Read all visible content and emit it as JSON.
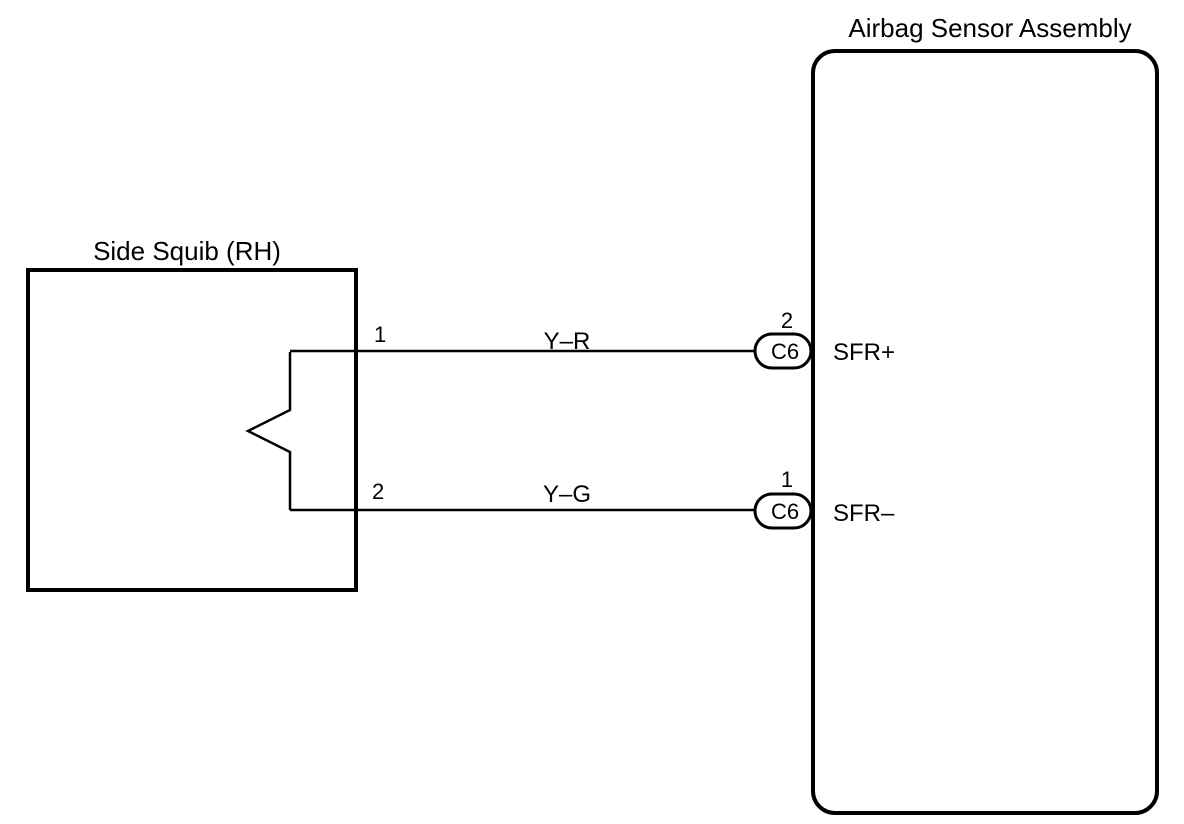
{
  "components": {
    "side_squib": {
      "label": "Side Squib (RH)"
    },
    "airbag_sensor": {
      "label": "Airbag Sensor Assembly"
    }
  },
  "wires": [
    {
      "squib_pin": "1",
      "color_code": "Y–R",
      "connector": "C6",
      "connector_pin": "2",
      "terminal": "SFR+"
    },
    {
      "squib_pin": "2",
      "color_code": "Y–G",
      "connector": "C6",
      "connector_pin": "1",
      "terminal": "SFR–"
    }
  ],
  "colors": {
    "line": "#000000",
    "background": "#ffffff"
  }
}
